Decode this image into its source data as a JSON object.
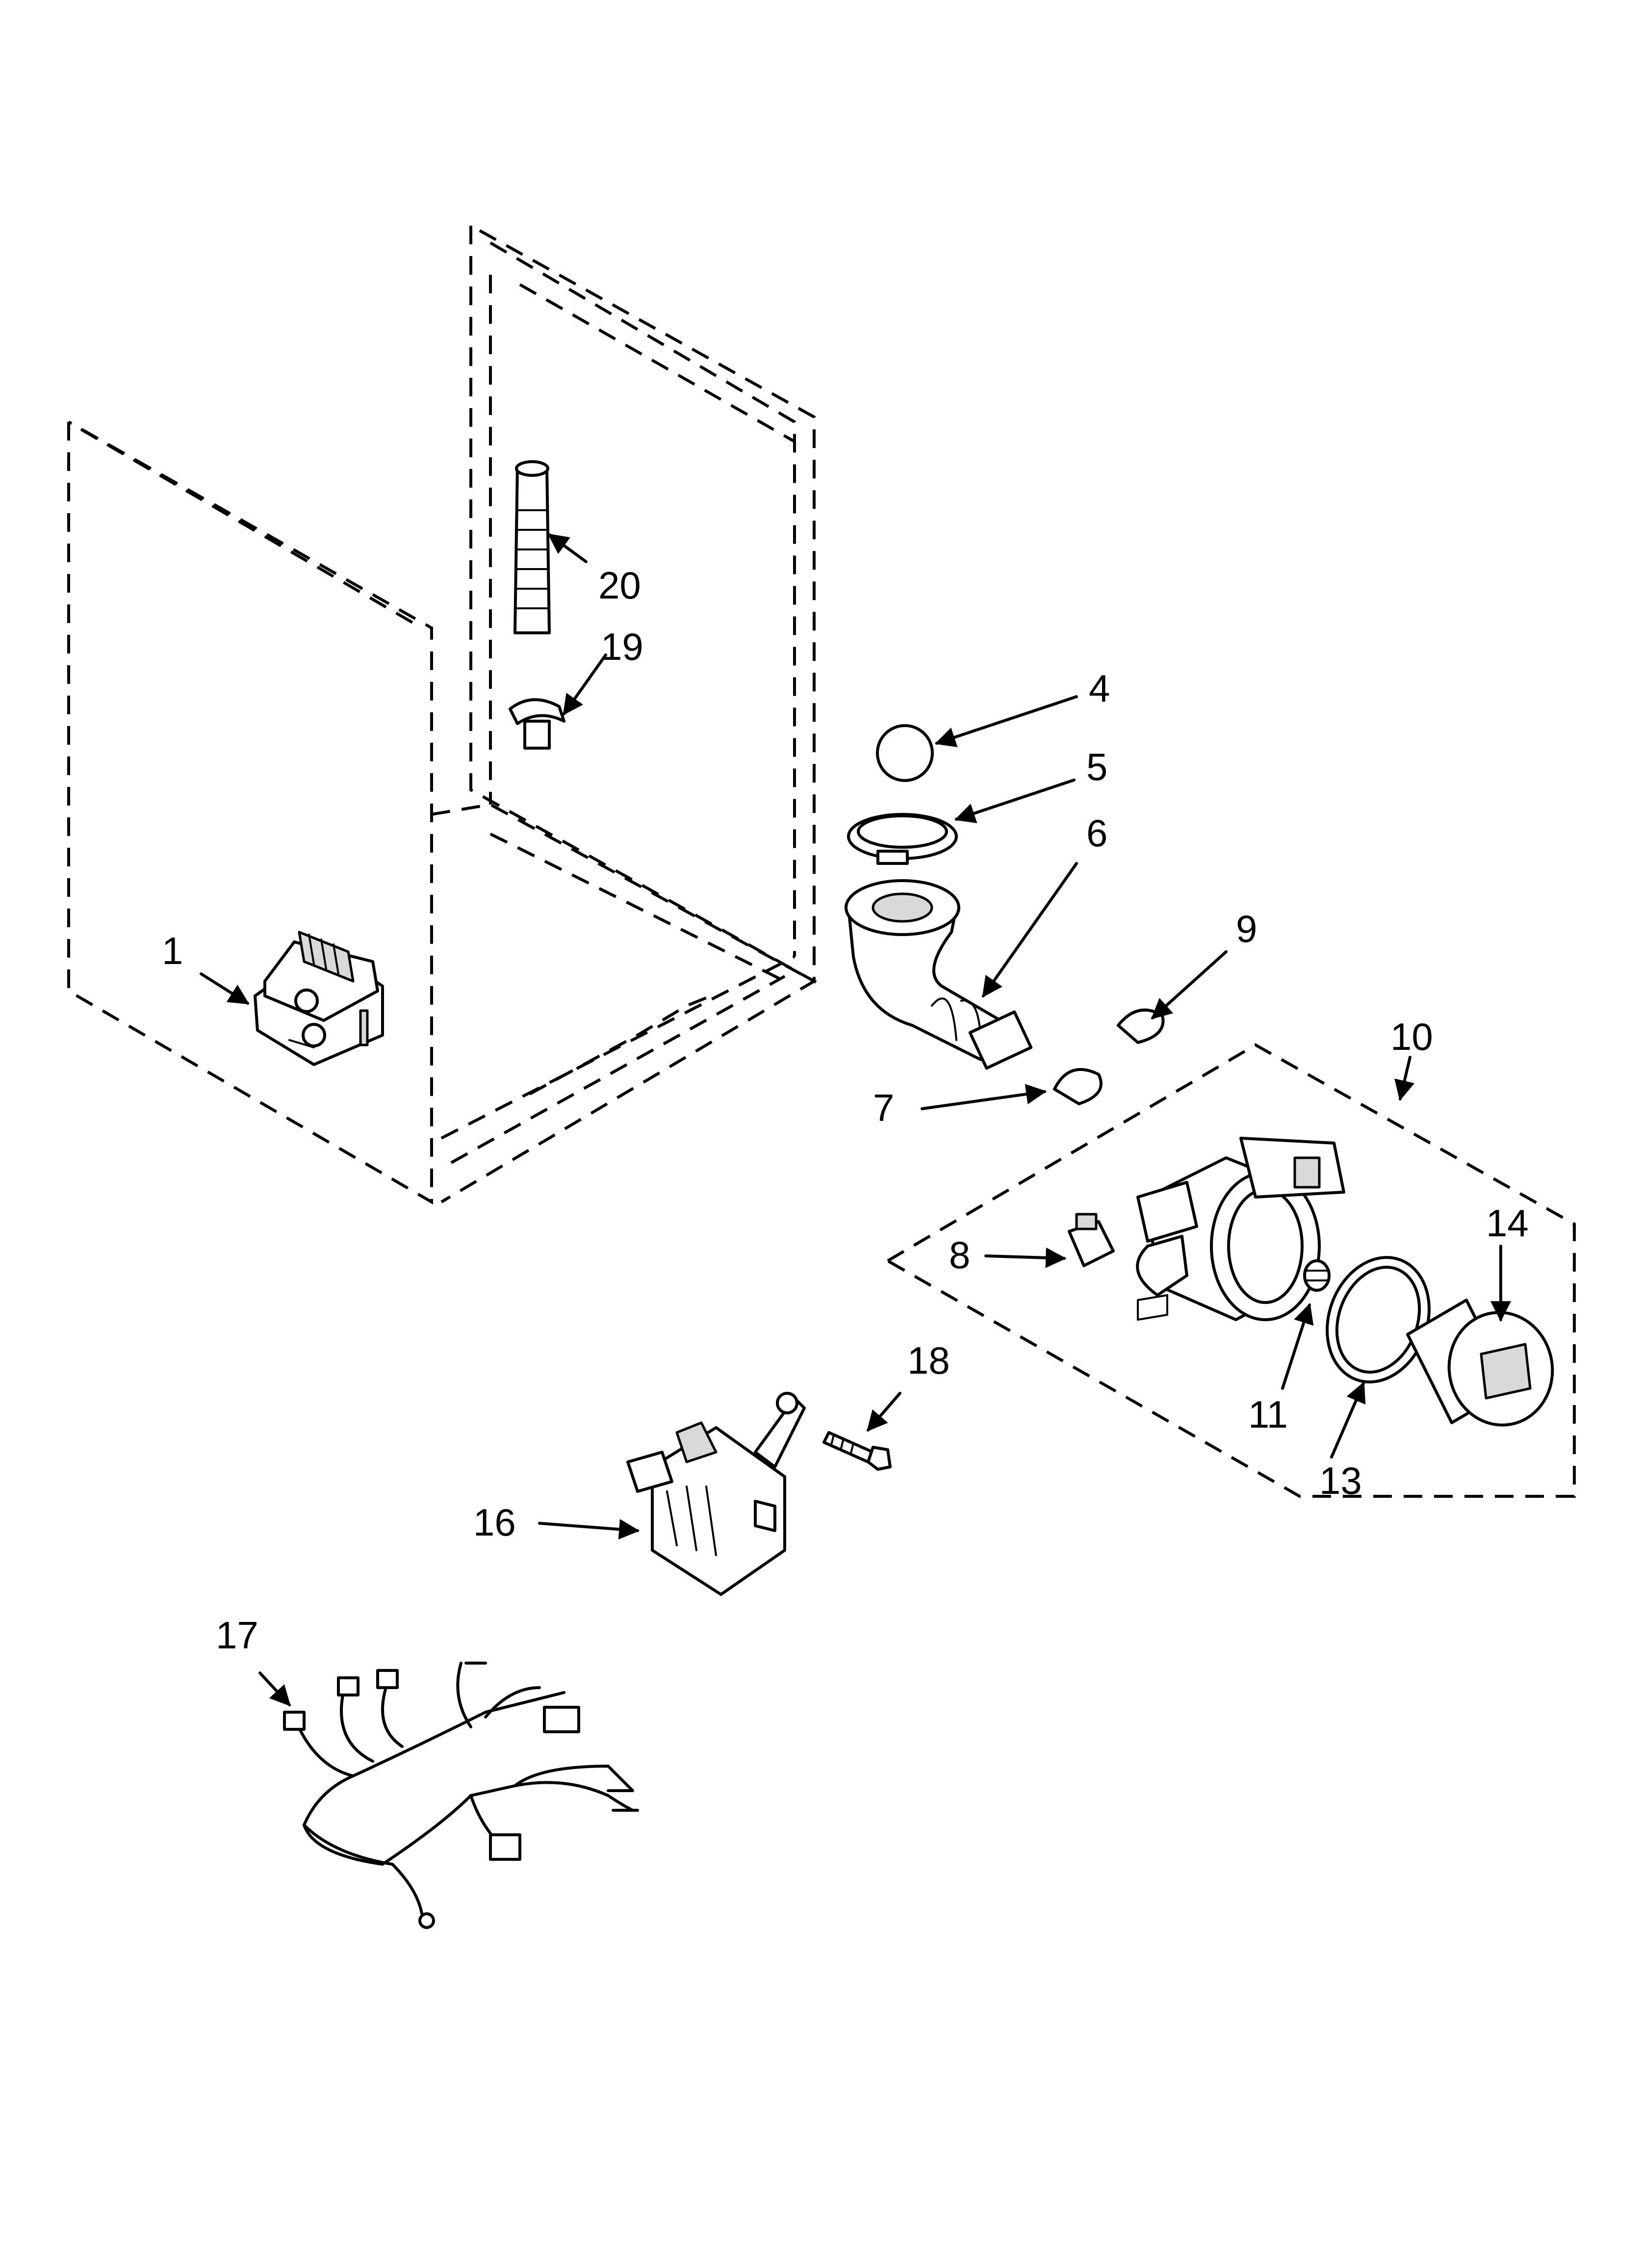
{
  "callouts": {
    "c1": "1",
    "c4": "4",
    "c5": "5",
    "c6": "6",
    "c7": "7",
    "c8": "8",
    "c9": "9",
    "c10": "10",
    "c11": "11",
    "c13": "13",
    "c14": "14",
    "c16": "16",
    "c17": "17",
    "c18": "18",
    "c19": "19",
    "c20": "20"
  }
}
